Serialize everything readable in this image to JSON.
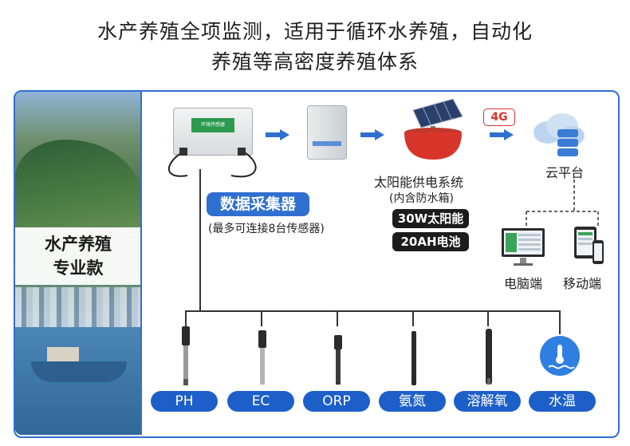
{
  "headline": {
    "line1": "水产养殖全项监测，适用于循环水养殖，自动化",
    "line2": "养殖等高密度养殖体系"
  },
  "badge": {
    "line1": "水产养殖",
    "line2": "专业款"
  },
  "collector": {
    "device_text": "环境传感器",
    "title": "数据采集器",
    "note": "(最多可连接8台传感器)"
  },
  "solar": {
    "title": "太阳能供电系统",
    "subtitle": "(内含防水箱)",
    "spec1": "30W太阳能",
    "spec2": "20AH电池"
  },
  "network_tag": "4G",
  "cloud": {
    "label": "云平台"
  },
  "clients": {
    "pc": "电脑端",
    "mobile": "移动端"
  },
  "sensors": [
    "PH",
    "EC",
    "ORP",
    "氨氮",
    "溶解氧",
    "水温"
  ],
  "colors": {
    "accent": "#2f6fd0",
    "pill": "#1d5fc9",
    "alert": "#d9352c"
  }
}
